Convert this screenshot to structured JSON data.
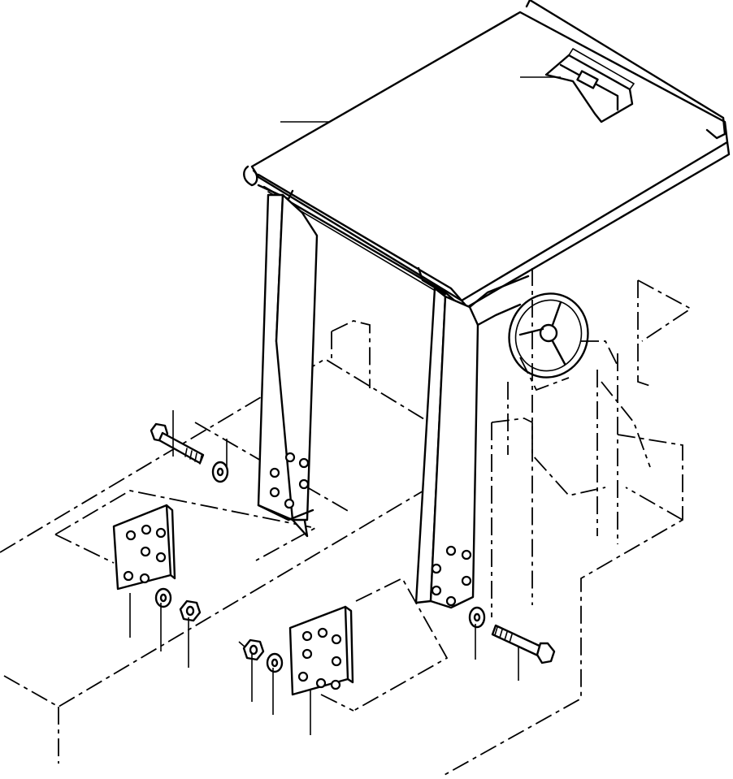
{
  "diagram": {
    "parts": [
      "canopy-roof",
      "roof-bracket",
      "left-pillar",
      "right-pillar",
      "steering-wheel",
      "left-mounting-plate",
      "right-mounting-plate",
      "left-bolt",
      "right-bolt",
      "washers",
      "nuts"
    ]
  }
}
